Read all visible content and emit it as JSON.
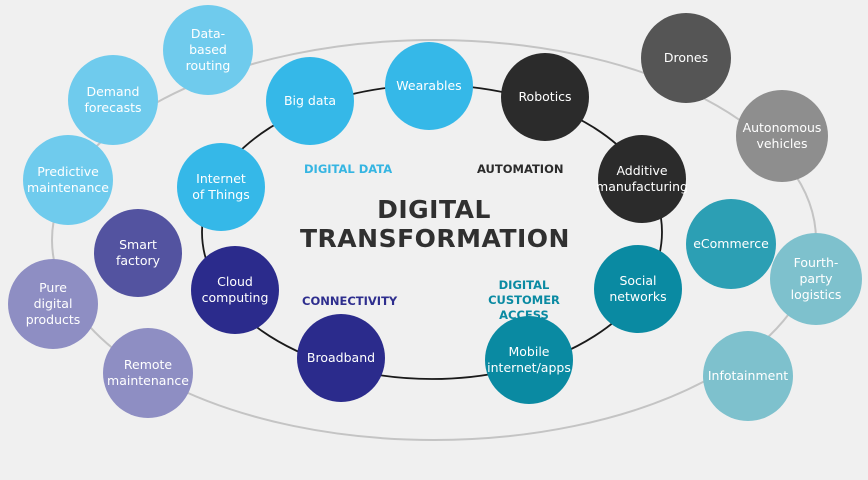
{
  "title": "DIGITAL\nTRANSFORMATION",
  "colors": {
    "background": "#f0f0f0",
    "title": "#303030",
    "inner_ring": "#1a1a1a",
    "outer_ring": "#c4c4c4",
    "digital_data": "#29b6e6",
    "automation": "#303030",
    "connectivity": "#2e2e8e",
    "customer_access": "#0a8aa2"
  },
  "categories": {
    "digital_data": {
      "label": "DIGITAL DATA",
      "color": "#35b5e2"
    },
    "automation": {
      "label": "AUTOMATION",
      "color": "#2b2b2b"
    },
    "connectivity": {
      "label": "CONNECTIVITY",
      "color": "#2e2e8e"
    },
    "customer_access": {
      "label": "DIGITAL\nCUSTOMER ACCESS",
      "color": "#0a8aa2"
    }
  },
  "inner_nodes": [
    {
      "key": "bigdata",
      "label": "Big data",
      "color": "#35b8e8"
    },
    {
      "key": "wearables",
      "label": "Wearables",
      "color": "#35b8e8"
    },
    {
      "key": "robotics",
      "label": "Robotics",
      "color": "#2b2b2b"
    },
    {
      "key": "additive",
      "label": "Additive\nmanufacturing",
      "color": "#2b2b2b"
    },
    {
      "key": "iot",
      "label": "Internet\nof Things",
      "color": "#35b8e8"
    },
    {
      "key": "social",
      "label": "Social\nnetworks",
      "color": "#0a8aa2"
    },
    {
      "key": "cloud",
      "label": "Cloud\ncomputing",
      "color": "#2b2b8c"
    },
    {
      "key": "broadband",
      "label": "Broadband",
      "color": "#2b2b8c"
    },
    {
      "key": "mobile",
      "label": "Mobile\ninternet/apps",
      "color": "#0a8aa2"
    }
  ],
  "outer_nodes": [
    {
      "key": "databased",
      "label": "Data-\nbased\nrouting",
      "color": "#6fcbed"
    },
    {
      "key": "demand",
      "label": "Demand\nforecasts",
      "color": "#6fcbed"
    },
    {
      "key": "predictive",
      "label": "Predictive\nmaintenance",
      "color": "#6fcbed"
    },
    {
      "key": "smart",
      "label": "Smart\nfactory",
      "color": "#5353a0"
    },
    {
      "key": "pure",
      "label": "Pure\ndigital\nproducts",
      "color": "#8e8ec3"
    },
    {
      "key": "remote",
      "label": "Remote\nmaintenance",
      "color": "#8e8ec3"
    },
    {
      "key": "drones",
      "label": "Drones",
      "color": "#555555"
    },
    {
      "key": "autonomous",
      "label": "Autonomous\nvehicles",
      "color": "#8e8e8e"
    },
    {
      "key": "ecommerce",
      "label": "eCommerce",
      "color": "#2c9fb4"
    },
    {
      "key": "fourth",
      "label": "Fourth-\nparty\nlogistics",
      "color": "#7ec1cd"
    },
    {
      "key": "infotain",
      "label": "Infotainment",
      "color": "#7ec1cd"
    }
  ]
}
